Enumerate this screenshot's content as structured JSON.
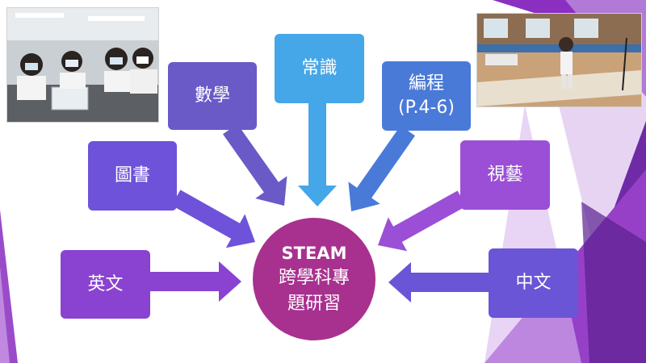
{
  "colors": {
    "hub": "#a8318f",
    "math": "#6a5ac7",
    "general_studies": "#45a6e8",
    "coding": "#4a7ad8",
    "library": "#6e52d9",
    "visual_arts": "#9b4fd6",
    "english": "#8a42d1",
    "chinese": "#6a55d6",
    "accent_purple": "#7b2fb8"
  },
  "hub": {
    "title": "STEAM",
    "line2": "跨學科專",
    "line3": "題研習"
  },
  "subjects": {
    "math": "數學",
    "general_studies": "常識",
    "coding_line1": "編程",
    "coding_line2": "(P.4-6)",
    "library": "圖書",
    "visual_arts": "視藝",
    "english": "英文",
    "chinese": "中文"
  },
  "photos": {
    "left_icon": "students-with-masks-photo",
    "right_icon": "student-in-gym-photo"
  }
}
